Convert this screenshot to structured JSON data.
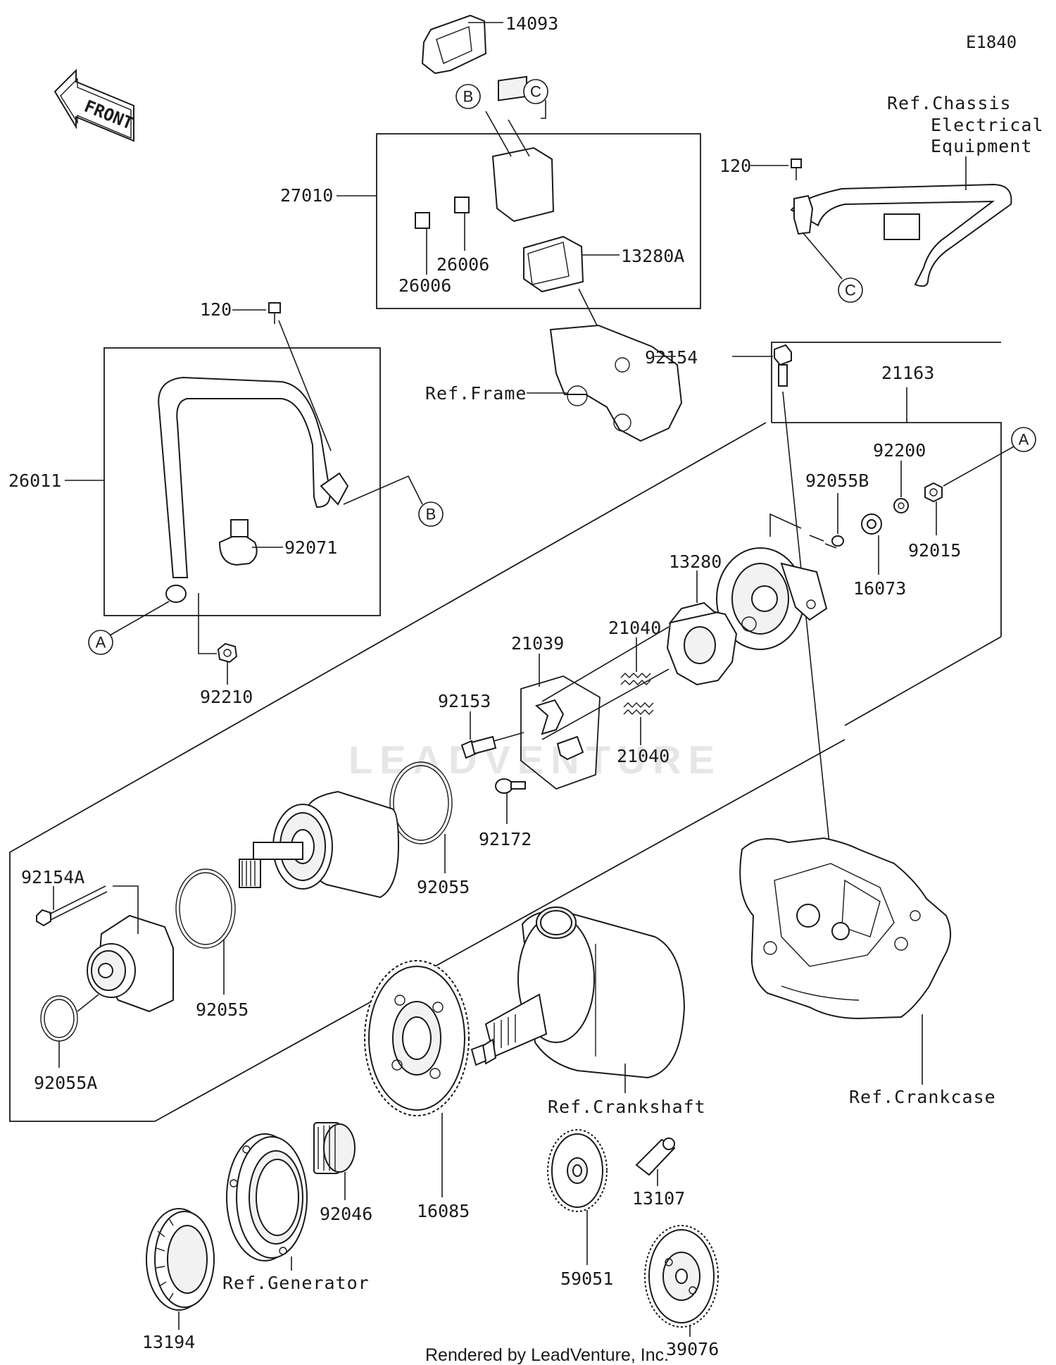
{
  "diagram_code": "E1840",
  "front_label": "FRONT",
  "footer": "Rendered by LeadVenture, Inc.",
  "watermark": "LEADVENTURE",
  "refs": {
    "chassis_1": "Ref.Chassis",
    "chassis_2": "Electrical",
    "chassis_3": "Equipment",
    "frame": "Ref.Frame",
    "crankcase": "Ref.Crankcase",
    "crankshaft": "Ref.Crankshaft",
    "generator": "Ref.Generator"
  },
  "callouts": {
    "a": "A",
    "b": "B",
    "c": "C"
  },
  "parts": {
    "p14093": "14093",
    "p27010": "27010",
    "p26006_a": "26006",
    "p26006_b": "26006",
    "p13280A": "13280A",
    "p120_a": "120",
    "p120_b": "120",
    "p26011": "26011",
    "p92071": "92071",
    "p92210": "92210",
    "p92154": "92154",
    "p21163": "21163",
    "p92200": "92200",
    "p92055B": "92055B",
    "p16073": "16073",
    "p92015": "92015",
    "p13280": "13280",
    "p21039": "21039",
    "p21040_a": "21040",
    "p21040_b": "21040",
    "p92153": "92153",
    "p92172": "92172",
    "p92055_a": "92055",
    "p92055_b": "92055",
    "p92154A": "92154A",
    "p92055A": "92055A",
    "p16085": "16085",
    "p92046": "92046",
    "p13194": "13194",
    "p59051": "59051",
    "p13107": "13107",
    "p39076": "39076"
  }
}
